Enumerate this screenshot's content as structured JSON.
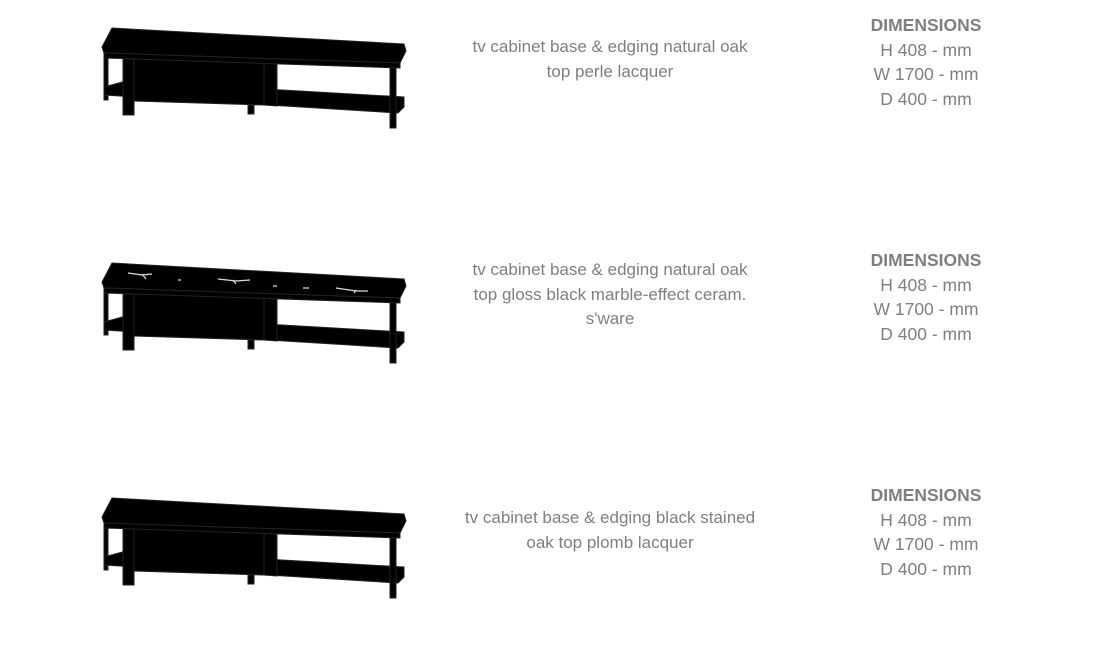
{
  "products": [
    {
      "description": [
        "tv cabinet base & edging natural oak",
        "top perle lacquer"
      ],
      "dimensions_heading": "DIMENSIONS",
      "height": "H 408 - mm",
      "width": "W 1700 - mm",
      "depth": "D 400 - mm"
    },
    {
      "description": [
        "tv cabinet base & edging natural oak",
        "top gloss black marble-effect ceram.",
        "s'ware"
      ],
      "dimensions_heading": "DIMENSIONS",
      "height": "H 408 - mm",
      "width": "W 1700 - mm",
      "depth": "D 400 - mm"
    },
    {
      "description": [
        "tv cabinet base & edging black stained",
        "oak top plomb lacquer"
      ],
      "dimensions_heading": "DIMENSIONS",
      "height": "H 408 - mm",
      "width": "W 1700 - mm",
      "depth": "D 400 - mm"
    }
  ]
}
